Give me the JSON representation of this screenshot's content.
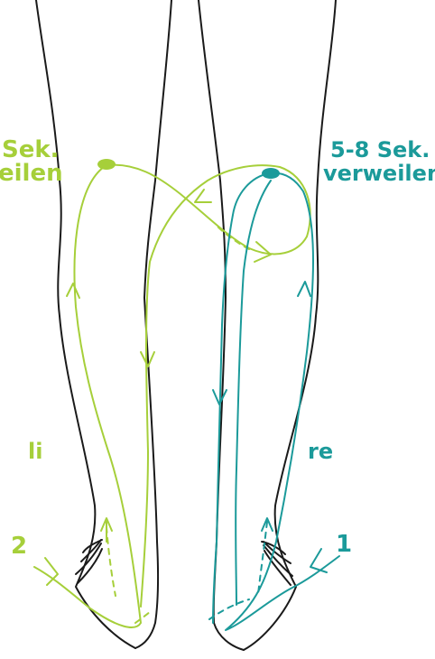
{
  "colors": {
    "left_path": "#a6cf3a",
    "right_path": "#1b9a9a",
    "outline": "#1a1a1a",
    "background": "#ffffff"
  },
  "left": {
    "dwell_line1": "Sek.",
    "dwell_line2": "eilen",
    "side_label": "li",
    "step_number": "2"
  },
  "right": {
    "dwell_line1": "5-8 Sek.",
    "dwell_line2": "verweilen",
    "side_label": "re",
    "step_number": "1"
  }
}
